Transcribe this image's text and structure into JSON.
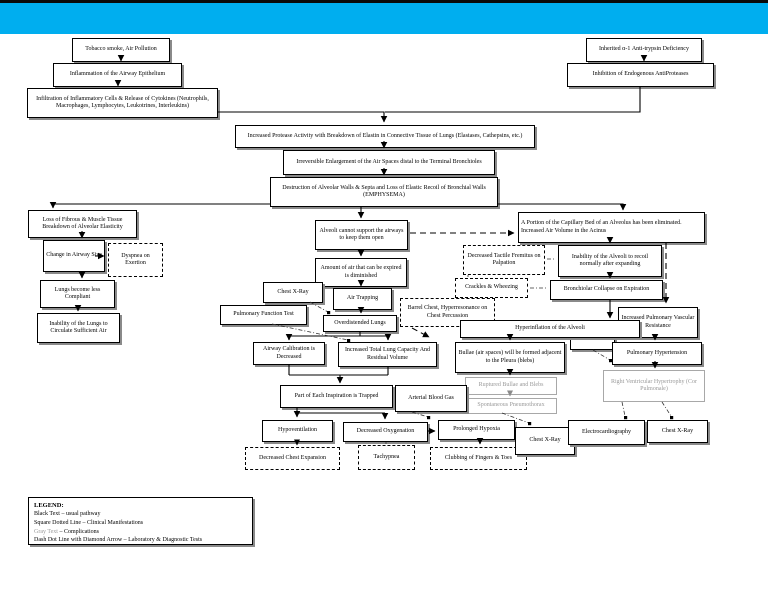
{
  "header": {
    "bar_color": "#00AEEF",
    "top_rule_color": "#0A0A0A"
  },
  "colors": {
    "complication_gray": "#999999",
    "box_border": "#000000"
  },
  "nodes": {
    "tobacco": {
      "label": "Tobacco smoke, Air Pollution",
      "type": "pathway"
    },
    "inflammation": {
      "label": "Inflammation of the Airway Epithelium",
      "type": "pathway"
    },
    "infiltration": {
      "label": "Infiltration of Inflammatory Cells & Release of Cytokines (Neutrophils, Macrophages, Lymphocytes, Leukotrines, Interleukins)",
      "type": "pathway"
    },
    "inherited": {
      "label": "Inherited α-1 Anti-trypsin Deficiency",
      "type": "pathway"
    },
    "inhibition": {
      "label": "Inhibition of Endogenous AntiProteases",
      "type": "pathway"
    },
    "protease": {
      "label": "Increased Protease Activity with Breakdown of Elastin in Connective Tissue of Lungs (Elastases, Cathepsins, etc.)",
      "type": "pathway"
    },
    "enlargement": {
      "label": "Irreversible Enlargement of the Air Spaces distal to the Terminal Bronchioles",
      "type": "pathway"
    },
    "destruction": {
      "label": "Destruction of Alveolar Walls & Septa and Loss of Elastic Recoil of Bronchial Walls (EMPHYSEMA)",
      "type": "pathway"
    },
    "loss_fibrous": {
      "label": "Loss of Fibrous & Muscle Tissue Breakdown of Alveolar Elasticity",
      "type": "pathway"
    },
    "change_airway": {
      "label": "Change in Airway Size",
      "type": "pathway"
    },
    "dyspnea": {
      "label": "Dyspnea on Exertion",
      "type": "manifestation"
    },
    "less_compliant": {
      "label": "Lungs become less Compliant",
      "type": "pathway"
    },
    "inability_circulate": {
      "label": "Inability of the Lungs to Circulate Sufficient Air",
      "type": "pathway"
    },
    "alveoli_support": {
      "label": "Alveoli cannot support the airways to keep them open",
      "type": "pathway"
    },
    "air_expired": {
      "label": "Amount of air that can be expired is diminished",
      "type": "pathway"
    },
    "cxr1": {
      "label": "Chest X-Ray",
      "type": "test"
    },
    "air_trapping": {
      "label": "Air Trapping",
      "type": "pathway"
    },
    "pft": {
      "label": "Pulmonary Function Test",
      "type": "test"
    },
    "overdistended": {
      "label": "Overdistended Lungs",
      "type": "pathway"
    },
    "barrel": {
      "label": "Barrel Chest, Hyperresonance on Chest Percussion",
      "type": "manifestation"
    },
    "capillary": {
      "label": "A Portion of the Capillary Bed of an Alveolus has been eliminated. Increased Air Volume in the Acinus",
      "type": "pathway"
    },
    "fremitus": {
      "label": "Decreased Tactile Fremitus on Palpation",
      "type": "manifestation"
    },
    "alveoli_recoil": {
      "label": "Inability of the Alveoli to recoil normally after expanding",
      "type": "pathway"
    },
    "crackles": {
      "label": "Crackles & Wheezing",
      "type": "manifestation"
    },
    "bronchiolar": {
      "label": "Bronchiolar Collapse on Expiration",
      "type": "pathway"
    },
    "pvr": {
      "label": "Increased Pulmonary Vascular Resistance",
      "type": "pathway"
    },
    "ecg": {
      "label": "ECG",
      "type": "test"
    },
    "pulm_htn": {
      "label": "Pulmonary Hypertension",
      "type": "pathway"
    },
    "rvh": {
      "label": "Right Ventricular Hypertrophy (Cor Pulmonale)",
      "type": "complication"
    },
    "hyperinflation": {
      "label": "Hyperinflation of the Alveoli",
      "type": "pathway"
    },
    "bullae": {
      "label": "Bullae (air spaces) will be formed adjacent to the Pleura (blebs)",
      "type": "pathway"
    },
    "ruptured": {
      "label": "Ruptured Bullae and Blebs",
      "type": "complication"
    },
    "pneumothorax": {
      "label": "Spontaneous Pneumothorax",
      "type": "complication"
    },
    "airway_calibration": {
      "label": "Airway Calibration is Decreased",
      "type": "pathway"
    },
    "tlc": {
      "label": "Increased Total Lung Capacity And Residual Volume",
      "type": "pathway"
    },
    "inspiration": {
      "label": "Part of Each Inspiration is Trapped",
      "type": "pathway"
    },
    "abg": {
      "label": "Arterial Blood Gas",
      "type": "test"
    },
    "hypoventilation": {
      "label": "Hypoventilation",
      "type": "pathway"
    },
    "decreased_oxy": {
      "label": "Decreased Oxygenation",
      "type": "pathway"
    },
    "hypoxia": {
      "label": "Prolonged Hypoxia",
      "type": "pathway"
    },
    "decreased_chest": {
      "label": "Decreased Chest Expansion",
      "type": "manifestation"
    },
    "tachypnea": {
      "label": "Tachypnea",
      "type": "manifestation"
    },
    "clubbing": {
      "label": "Clubbing of Fingers & Toes",
      "type": "manifestation"
    },
    "cxr2": {
      "label": "Chest X-Ray",
      "type": "test"
    },
    "electro": {
      "label": "Electrocardiography",
      "type": "test"
    },
    "cxr3": {
      "label": "Chest X-Ray",
      "type": "test"
    }
  },
  "legend": {
    "title": "LEGEND:",
    "line1": "Black Text – usual pathway",
    "line2": "Square Dotted Line – Clinical Manifestations",
    "line3_gray": "Gray Text",
    "line3_rest": " – Complications",
    "line4": "Dash Dot Line with Diamond Arrow – Laboratory & Diagnostic Tests"
  }
}
